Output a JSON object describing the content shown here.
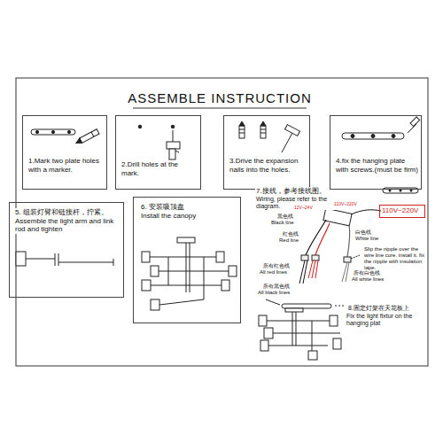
{
  "diagram": {
    "title": "ASSEMBLE INSTRUCTION",
    "nodes": [
      {
        "text": [
          "1.Mark two plate holes with a marker."
        ]
      },
      {
        "text": [
          "2.Drill holes at the mark."
        ]
      },
      {
        "text": [
          "3.Drive the expansion nails into the holes."
        ]
      },
      {
        "text": [
          "4.fix the hanging plate with screws.(must be firm)"
        ]
      },
      {
        "text": [
          "5. 组装灯臂和链接杆，拧紧。",
          "Assemble the light arm and link rod and tighten"
        ]
      },
      {
        "text": [
          "6. 安装吸顶盘",
          "Install the canopy"
        ]
      },
      {
        "text": [
          "110V~220V"
        ]
      }
    ],
    "labels": [
      "7.接线，参考接线图。",
      "Wiring, please refer to the diagram.",
      "黑色线",
      "Black line",
      "12V~24V",
      "110V~220V",
      "红色线",
      "Red line",
      "白色线",
      "White line",
      "Slip the nipple over the wire line core. install it. fix the nipple with insulation tape.",
      "所有红色线",
      "All red lines",
      "所有白色线",
      "All white lines",
      "所有黑色线",
      "All black lines",
      "8.固定灯架在天花板上",
      "Fix the light fixtur on the hanging plat"
    ]
  }
}
